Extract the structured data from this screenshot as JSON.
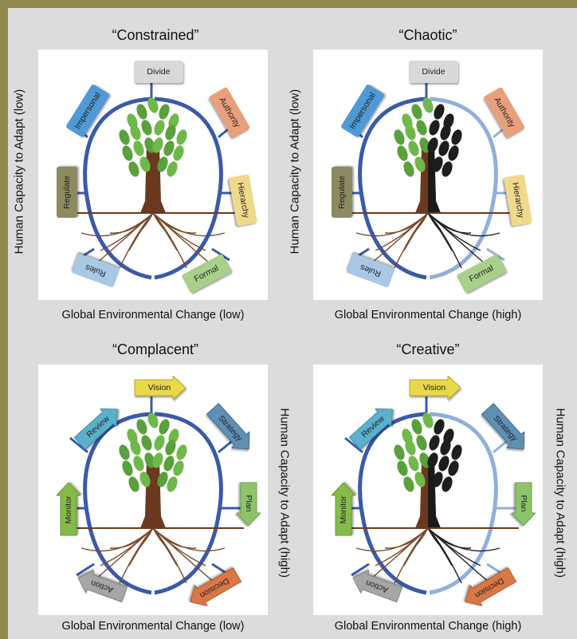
{
  "quadrants": [
    {
      "title": "“Constrained”",
      "xlabel": "Global Environmental Change (low)",
      "ylabel": "Human Capacity to Adapt (low)",
      "labels": [
        "Divide",
        "Authority",
        "Hierarchy",
        "Formal",
        "Rules",
        "Regulate",
        "Impersonal"
      ]
    },
    {
      "title": "“Chaotic”",
      "xlabel": "Global Environmental Change (high)",
      "ylabel": "Human Capacity to Adapt (low)",
      "labels": [
        "Divide",
        "Authority",
        "Hierarchy",
        "Formal",
        "Rules",
        "Regulate",
        "Impersonal"
      ]
    },
    {
      "title": "“Complacent”",
      "xlabel": "Global Environmental Change (low)",
      "ylabel": "Human Capacity to Adapt (high)",
      "labels": [
        "Vision",
        "Strategy",
        "Plan",
        "Decision",
        "Action",
        "Monitor",
        "Review"
      ]
    },
    {
      "title": "“Creative”",
      "xlabel": "Global Environmental Change (high)",
      "ylabel": "Human Capacity to Adapt (high)",
      "labels": [
        "Vision",
        "Strategy",
        "Plan",
        "Decision",
        "Action",
        "Monitor",
        "Review"
      ]
    }
  ],
  "colors": {
    "frame": "#8f8a4a",
    "background": "#dcdcdc",
    "loop_blue": "#3a5aa8",
    "leaf_green": "#6fb84a",
    "trunk_brown": "#6b3a1e",
    "divide": "#d9d9d9",
    "authority": "#e8a07c",
    "hierarchy": "#f0d98a",
    "formal": "#a8d08a",
    "rules": "#a9c8e6",
    "regulate": "#8c8a60",
    "impersonal": "#4f9ad6",
    "vision": "#e8d84a",
    "strategy": "#5f8fb3",
    "plan": "#8dc46a",
    "decision": "#d97846",
    "action": "#a6a6a6",
    "monitor": "#86bb4a",
    "review": "#5bb0cc"
  },
  "icons": [
    "tree-icon",
    "cycle-arrow-icon"
  ]
}
